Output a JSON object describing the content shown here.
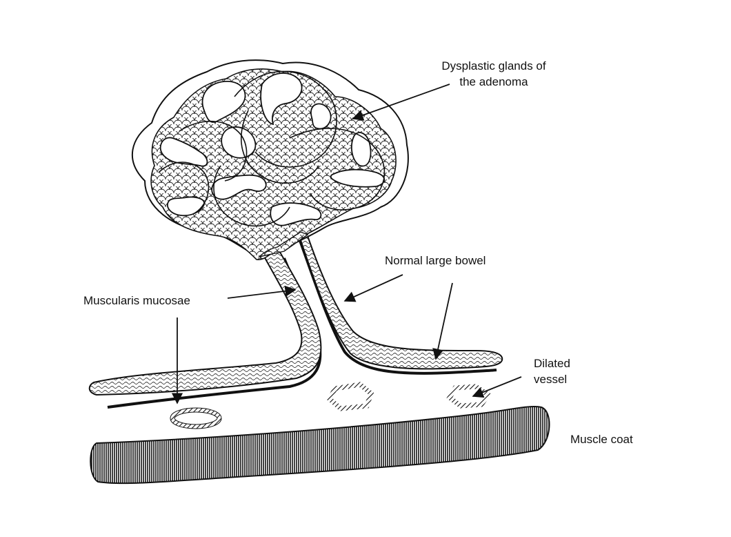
{
  "labels": {
    "dysplastic_glands": [
      "Dysplastic glands of",
      "the adenoma"
    ],
    "normal_bowel": "Normal large bowel",
    "muscularis": "Muscularis mucosae",
    "dilated_vessel": [
      "Dilated",
      "vessel"
    ],
    "muscle_coat": "Muscle coat"
  },
  "colors": {
    "ink": "#111111",
    "background": "#ffffff"
  }
}
